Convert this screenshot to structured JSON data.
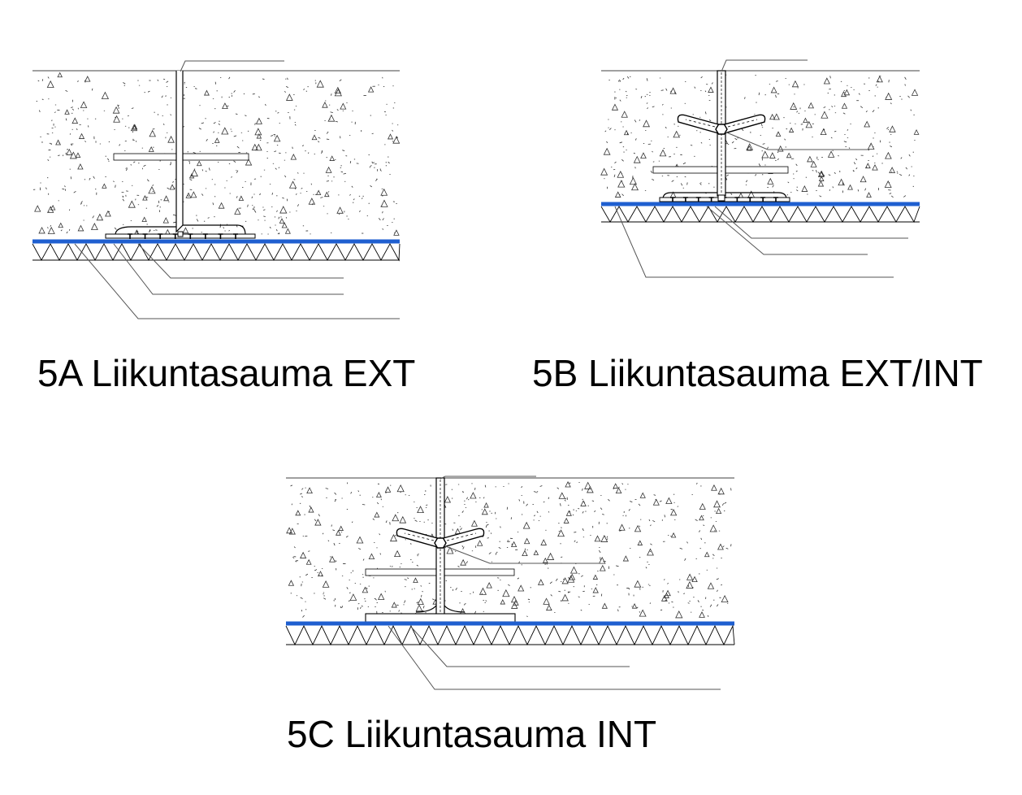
{
  "drawings": [
    {
      "id": "5a",
      "caption": "5A Liikuntasauma EXT",
      "variant": "ext"
    },
    {
      "id": "5b",
      "caption": "5B Liikuntasauma EXT/INT",
      "variant": "extint"
    },
    {
      "id": "5c",
      "caption": "5C Liikuntasauma INT",
      "variant": "int"
    }
  ],
  "colors": {
    "membrane": "#1f5fd0",
    "line": "#000000",
    "leader": "#555555",
    "aggregate": "#333333"
  }
}
